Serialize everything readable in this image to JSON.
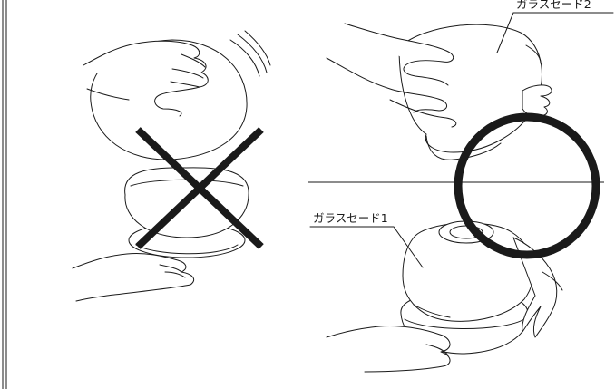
{
  "labels": {
    "glass_shade_2": "ガラスセード2",
    "glass_shade_1": "ガラスセード1"
  },
  "marks": {
    "incorrect": "cross-mark",
    "correct": "circle-mark"
  },
  "colors": {
    "line": "#1a1a1a",
    "mark": "#1a1a1a",
    "background": "#ffffff"
  }
}
